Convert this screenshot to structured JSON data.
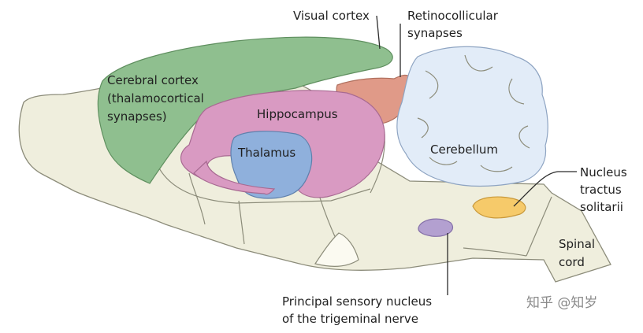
{
  "labels": {
    "visual_cortex": "Visual cortex",
    "retinocollicular": [
      "Retinocollicular",
      "synapses"
    ],
    "cerebral_cortex": [
      "Cerebral cortex",
      "(thalamocortical",
      "synapses)"
    ],
    "hippocampus": "Hippocampus",
    "thalamus": "Thalamus",
    "cerebellum": "Cerebellum",
    "nucleus_tractus_solitarii": [
      "Nucleus",
      "tractus",
      "solitarii"
    ],
    "spinal_cord": [
      "Spinal",
      "cord"
    ],
    "principal_sensory_nucleus": [
      "Principal sensory nucleus",
      "of the trigeminal nerve"
    ]
  },
  "watermark": "知乎 @知岁",
  "colors": {
    "brain_base": "#efeedd",
    "brain_outline": "#8c8c7a",
    "cerebral_cortex": "#8fbf8f",
    "hippocampus": "#d99ac2",
    "thalamus": "#8fb0dc",
    "superior_colliculus": "#e09a88",
    "cerebellum": "#e2ecf8",
    "nucleus_tractus_solitarii": "#f6ca6a",
    "trigeminal_nucleus": "#b3a0d0",
    "pons_bulge": "#fbfaf1"
  }
}
